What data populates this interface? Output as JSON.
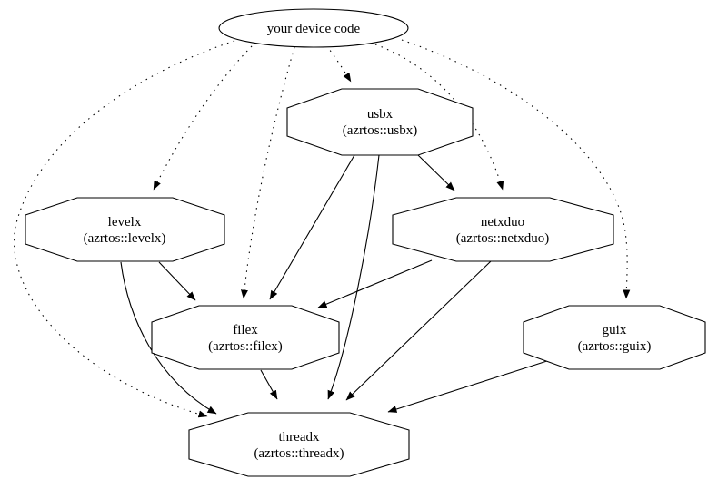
{
  "window": {
    "background_color": "#ffffff",
    "ink_color": "#000000"
  },
  "diagram": {
    "type": "dependency-graph",
    "nodes": {
      "device_code": {
        "label": "your device code",
        "shape": "ellipse"
      },
      "usbx": {
        "label": "usbx",
        "sublabel": "(azrtos::usbx)",
        "shape": "octagon"
      },
      "levelx": {
        "label": "levelx",
        "sublabel": "(azrtos::levelx)",
        "shape": "octagon"
      },
      "netxduo": {
        "label": "netxduo",
        "sublabel": "(azrtos::netxduo)",
        "shape": "octagon"
      },
      "filex": {
        "label": "filex",
        "sublabel": "(azrtos::filex)",
        "shape": "octagon"
      },
      "guix": {
        "label": "guix",
        "sublabel": "(azrtos::guix)",
        "shape": "octagon"
      },
      "threadx": {
        "label": "threadx",
        "sublabel": "(azrtos::threadx)",
        "shape": "octagon"
      }
    },
    "edges": [
      {
        "from": "your device code",
        "to": "usbx",
        "style": "dotted"
      },
      {
        "from": "your device code",
        "to": "levelx",
        "style": "dotted"
      },
      {
        "from": "your device code",
        "to": "netxduo",
        "style": "dotted"
      },
      {
        "from": "your device code",
        "to": "filex",
        "style": "dotted"
      },
      {
        "from": "your device code",
        "to": "guix",
        "style": "dotted"
      },
      {
        "from": "your device code",
        "to": "threadx",
        "style": "dotted"
      },
      {
        "from": "usbx",
        "to": "netxduo",
        "style": "solid"
      },
      {
        "from": "usbx",
        "to": "filex",
        "style": "solid"
      },
      {
        "from": "usbx",
        "to": "threadx",
        "style": "solid"
      },
      {
        "from": "levelx",
        "to": "filex",
        "style": "solid"
      },
      {
        "from": "levelx",
        "to": "threadx",
        "style": "solid"
      },
      {
        "from": "netxduo",
        "to": "filex",
        "style": "solid"
      },
      {
        "from": "netxduo",
        "to": "threadx",
        "style": "solid"
      },
      {
        "from": "filex",
        "to": "threadx",
        "style": "solid"
      },
      {
        "from": "guix",
        "to": "threadx",
        "style": "solid"
      }
    ]
  }
}
